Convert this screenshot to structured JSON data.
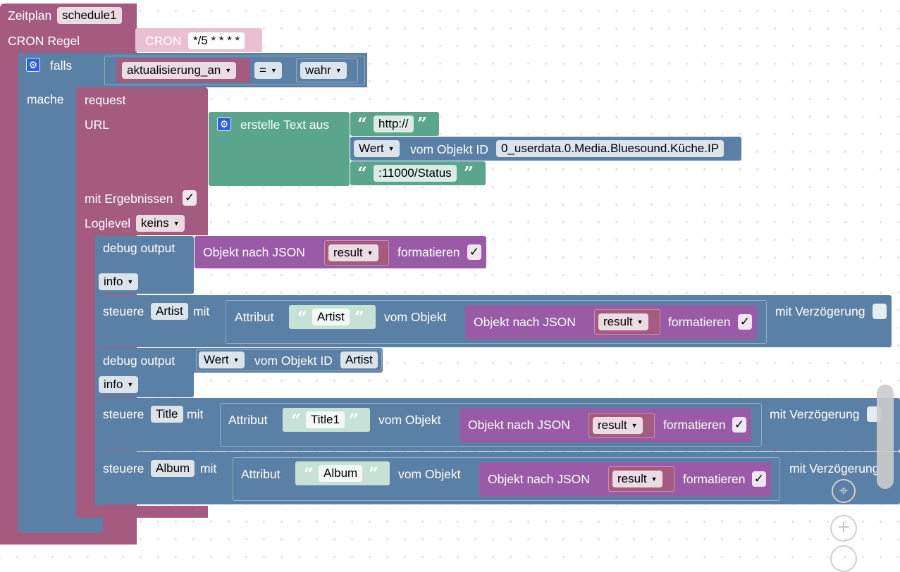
{
  "colors": {
    "event": "#a55b80",
    "logic": "#5b80a5",
    "text": "#5ba58c",
    "json": "#995ba5",
    "accent_gear": "#2f5fdc"
  },
  "schedule": {
    "title": "Zeitplan",
    "name": "schedule1",
    "cron_label": "CRON Regel",
    "cron_block": "CRON",
    "cron_value": "*/5 * * * *"
  },
  "if_block": {
    "if_label": "falls",
    "do_label": "mache",
    "variable": "aktualisierung_an",
    "operator": "=",
    "value": "wahr"
  },
  "request": {
    "title": "request",
    "url_label": "URL",
    "build_text": "erstelle Text aus",
    "text1": "http://",
    "value_label": "Wert",
    "from_object": "vom Objekt ID",
    "object_id": "0_userdata.0.Media.Bluesound.Küche.IP",
    "text2": ":11000/Status",
    "with_results": "mit Ergebnissen",
    "with_results_checked": "✓",
    "loglevel_label": "Loglevel",
    "loglevel_value": "keins"
  },
  "debug1": {
    "label": "debug output",
    "json_label": "Objekt nach JSON",
    "variable": "result",
    "format_label": "formatieren",
    "checked": "✓",
    "level": "info"
  },
  "control_artist": {
    "label": "steuere",
    "target": "Artist",
    "with": "mit",
    "attr_label": "Attribut",
    "attr_value": "Artist",
    "from_object": "vom Objekt",
    "json_label": "Objekt nach JSON",
    "variable": "result",
    "format_label": "formatieren",
    "checked": "✓",
    "delay_label": "mit Verzögerung"
  },
  "debug2": {
    "label": "debug output",
    "value_label": "Wert",
    "from_object": "vom Objekt ID",
    "object_id": "Artist",
    "level": "info"
  },
  "control_title": {
    "label": "steuere",
    "target": "Title",
    "with": "mit",
    "attr_label": "Attribut",
    "attr_value": "Title1",
    "from_object": "vom Objekt",
    "json_label": "Objekt nach JSON",
    "variable": "result",
    "format_label": "formatieren",
    "checked": "✓",
    "delay_label": "mit Verzögerung"
  },
  "control_album": {
    "label": "steuere",
    "target": "Album",
    "with": "mit",
    "attr_label": "Attribut",
    "attr_value": "Album",
    "from_object": "vom Objekt",
    "json_label": "Objekt nach JSON",
    "variable": "result",
    "format_label": "formatieren",
    "checked": "✓",
    "delay_label": "mit Verzögerung"
  },
  "icons": {
    "gear": "gear-icon",
    "dropdown": "chevron-down-icon",
    "quote_open": "“",
    "quote_close": "”",
    "zoom_in": "+",
    "recenter": "⌖"
  }
}
